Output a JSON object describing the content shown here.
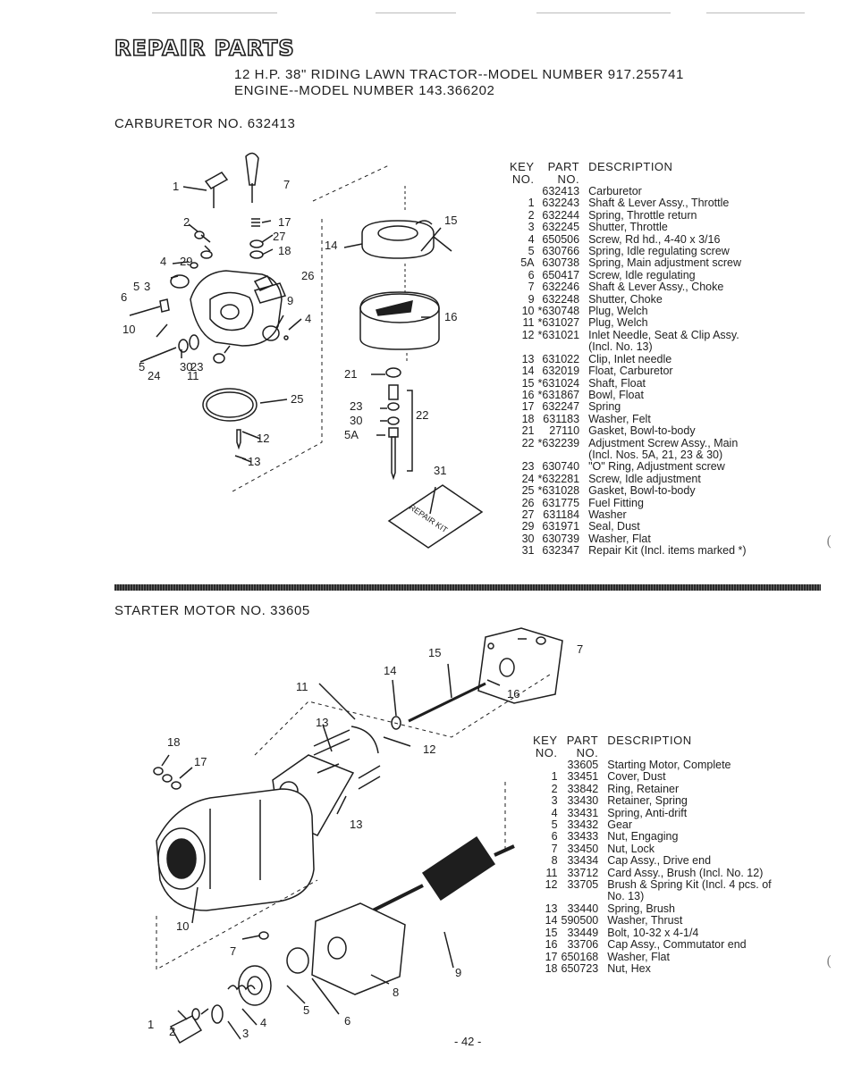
{
  "header": {
    "title": "REPAIR PARTS",
    "model_line": "12 H.P. 38\" RIDING LAWN TRACTOR--MODEL NUMBER 917.255741",
    "engine_line": "ENGINE--MODEL NUMBER 143.366202"
  },
  "carburetor": {
    "section_title": "CARBURETOR NO. 632413",
    "col_headers": {
      "key": "KEY",
      "key2": "NO.",
      "part": "PART",
      "part2": "NO.",
      "description": "DESCRIPTION"
    },
    "callouts": [
      "1",
      "7",
      "2",
      "17",
      "27",
      "18",
      "4",
      "29",
      "26",
      "6",
      "5",
      "3",
      "9",
      "10",
      "4",
      "5",
      "30",
      "23",
      "24",
      "11",
      "25",
      "12",
      "13",
      "14",
      "15",
      "16",
      "21",
      "23",
      "30",
      "5A",
      "22",
      "31"
    ],
    "repair_kit_label": "REPAIR KIT",
    "rows": [
      {
        "key": "",
        "part": "632413",
        "desc": "Carburetor"
      },
      {
        "key": "1",
        "part": "632243",
        "desc": "Shaft & Lever Assy., Throttle"
      },
      {
        "key": "2",
        "part": "632244",
        "desc": "Spring, Throttle return"
      },
      {
        "key": "3",
        "part": "632245",
        "desc": "Shutter, Throttle"
      },
      {
        "key": "4",
        "part": "650506",
        "desc": "Screw, Rd hd., 4-40 x 3/16"
      },
      {
        "key": "5",
        "part": "630766",
        "desc": "Spring, Idle regulating screw"
      },
      {
        "key": "5A",
        "part": "630738",
        "desc": "Spring, Main adjustment screw"
      },
      {
        "key": "6",
        "part": "650417",
        "desc": "Screw, Idle regulating"
      },
      {
        "key": "7",
        "part": "632246",
        "desc": "Shaft & Lever Assy., Choke"
      },
      {
        "key": "9",
        "part": "632248",
        "desc": "Shutter, Choke"
      },
      {
        "key": "10",
        "part": "*630748",
        "desc": "Plug, Welch"
      },
      {
        "key": "11",
        "part": "*631027",
        "desc": "Plug, Welch"
      },
      {
        "key": "12",
        "part": "*631021",
        "desc": "Inlet Needle, Seat & Clip Assy."
      },
      {
        "key": "",
        "part": "",
        "desc": "(Incl. No. 13)"
      },
      {
        "key": "13",
        "part": "631022",
        "desc": "Clip, Inlet needle"
      },
      {
        "key": "14",
        "part": "632019",
        "desc": "Float, Carburetor"
      },
      {
        "key": "15",
        "part": "*631024",
        "desc": "Shaft, Float"
      },
      {
        "key": "16",
        "part": "*631867",
        "desc": "Bowl, Float"
      },
      {
        "key": "17",
        "part": "632247",
        "desc": "Spring"
      },
      {
        "key": "18",
        "part": "631183",
        "desc": "Washer, Felt"
      },
      {
        "key": "21",
        "part": "27110",
        "desc": "Gasket, Bowl-to-body"
      },
      {
        "key": "22",
        "part": "*632239",
        "desc": "Adjustment Screw Assy., Main"
      },
      {
        "key": "",
        "part": "",
        "desc": "(Incl. Nos. 5A, 21, 23 & 30)"
      },
      {
        "key": "23",
        "part": "630740",
        "desc": "\"O\" Ring, Adjustment screw"
      },
      {
        "key": "24",
        "part": "*632281",
        "desc": "Screw, Idle adjustment"
      },
      {
        "key": "25",
        "part": "*631028",
        "desc": "Gasket, Bowl-to-body"
      },
      {
        "key": "26",
        "part": "631775",
        "desc": "Fuel Fitting"
      },
      {
        "key": "27",
        "part": "631184",
        "desc": "Washer"
      },
      {
        "key": "29",
        "part": "631971",
        "desc": "Seal, Dust"
      },
      {
        "key": "30",
        "part": "630739",
        "desc": "Washer, Flat"
      },
      {
        "key": "31",
        "part": "632347",
        "desc": "Repair Kit (Incl. items marked *)"
      }
    ]
  },
  "starter": {
    "section_title": "STARTER MOTOR NO. 33605",
    "col_headers": {
      "key": "KEY",
      "key2": "NO.",
      "part": "PART",
      "part2": "NO.",
      "description": "DESCRIPTION"
    },
    "callouts": [
      "15",
      "7",
      "14",
      "16",
      "11",
      "13",
      "12",
      "18",
      "17",
      "13",
      "10",
      "9",
      "7",
      "8",
      "6",
      "5",
      "1",
      "2",
      "4",
      "3"
    ],
    "rows": [
      {
        "key": "",
        "part": "33605",
        "desc": "Starting Motor, Complete"
      },
      {
        "key": "1",
        "part": "33451",
        "desc": "Cover, Dust"
      },
      {
        "key": "2",
        "part": "33842",
        "desc": "Ring, Retainer"
      },
      {
        "key": "3",
        "part": "33430",
        "desc": "Retainer, Spring"
      },
      {
        "key": "4",
        "part": "33431",
        "desc": "Spring, Anti-drift"
      },
      {
        "key": "5",
        "part": "33432",
        "desc": "Gear"
      },
      {
        "key": "6",
        "part": "33433",
        "desc": "Nut, Engaging"
      },
      {
        "key": "7",
        "part": "33450",
        "desc": "Nut, Lock"
      },
      {
        "key": "8",
        "part": "33434",
        "desc": "Cap Assy., Drive end"
      },
      {
        "key": "11",
        "part": "33712",
        "desc": "Card Assy., Brush (Incl. No. 12)"
      },
      {
        "key": "12",
        "part": "33705",
        "desc": "Brush & Spring Kit (Incl. 4 pcs. of"
      },
      {
        "key": "",
        "part": "",
        "desc": "No. 13)"
      },
      {
        "key": "13",
        "part": "33440",
        "desc": "Spring, Brush"
      },
      {
        "key": "14",
        "part": "590500",
        "desc": "Washer, Thrust"
      },
      {
        "key": "15",
        "part": "33449",
        "desc": "Bolt, 10-32 x 4-1/4"
      },
      {
        "key": "16",
        "part": "33706",
        "desc": "Cap Assy., Commutator end"
      },
      {
        "key": "17",
        "part": "650168",
        "desc": "Washer, Flat"
      },
      {
        "key": "18",
        "part": "650723",
        "desc": "Nut, Hex"
      }
    ]
  },
  "footer": {
    "page_number": "- 42 -"
  }
}
